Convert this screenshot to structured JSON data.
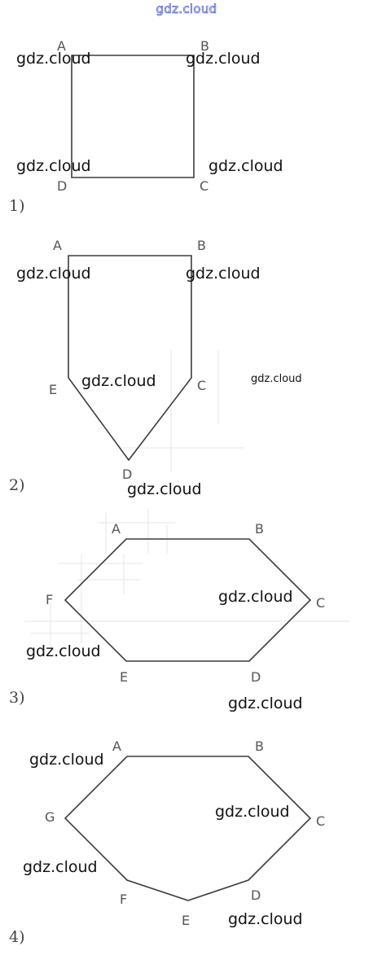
{
  "header_watermark": "gdz.cloud",
  "figures": [
    {
      "number": "1)",
      "vertices": [
        "A",
        "B",
        "C",
        "D"
      ],
      "watermarks": [
        "gdz.cloud",
        "gdz.cloud",
        "gdz.cloud",
        "gdz.cloud"
      ]
    },
    {
      "number": "2)",
      "vertices": [
        "A",
        "B",
        "C",
        "D",
        "E"
      ],
      "watermarks": [
        "gdz.cloud",
        "gdz.cloud",
        "gdz.cloud",
        "gdz.cloud",
        "gdz.cloud"
      ]
    },
    {
      "number": "3)",
      "vertices": [
        "A",
        "B",
        "C",
        "D",
        "E",
        "F"
      ],
      "watermarks": [
        "gdz.cloud",
        "gdz.cloud",
        "gdz.cloud"
      ]
    },
    {
      "number": "4)",
      "vertices": [
        "A",
        "B",
        "C",
        "D",
        "E",
        "F",
        "G"
      ],
      "watermarks": [
        "gdz.cloud",
        "gdz.cloud",
        "gdz.cloud",
        "gdz.cloud"
      ]
    }
  ],
  "colors": {
    "line": "#3c3c3c",
    "vertex_label": "#555555",
    "watermark": "#111111",
    "header_watermark_outline": "#5566cc"
  }
}
